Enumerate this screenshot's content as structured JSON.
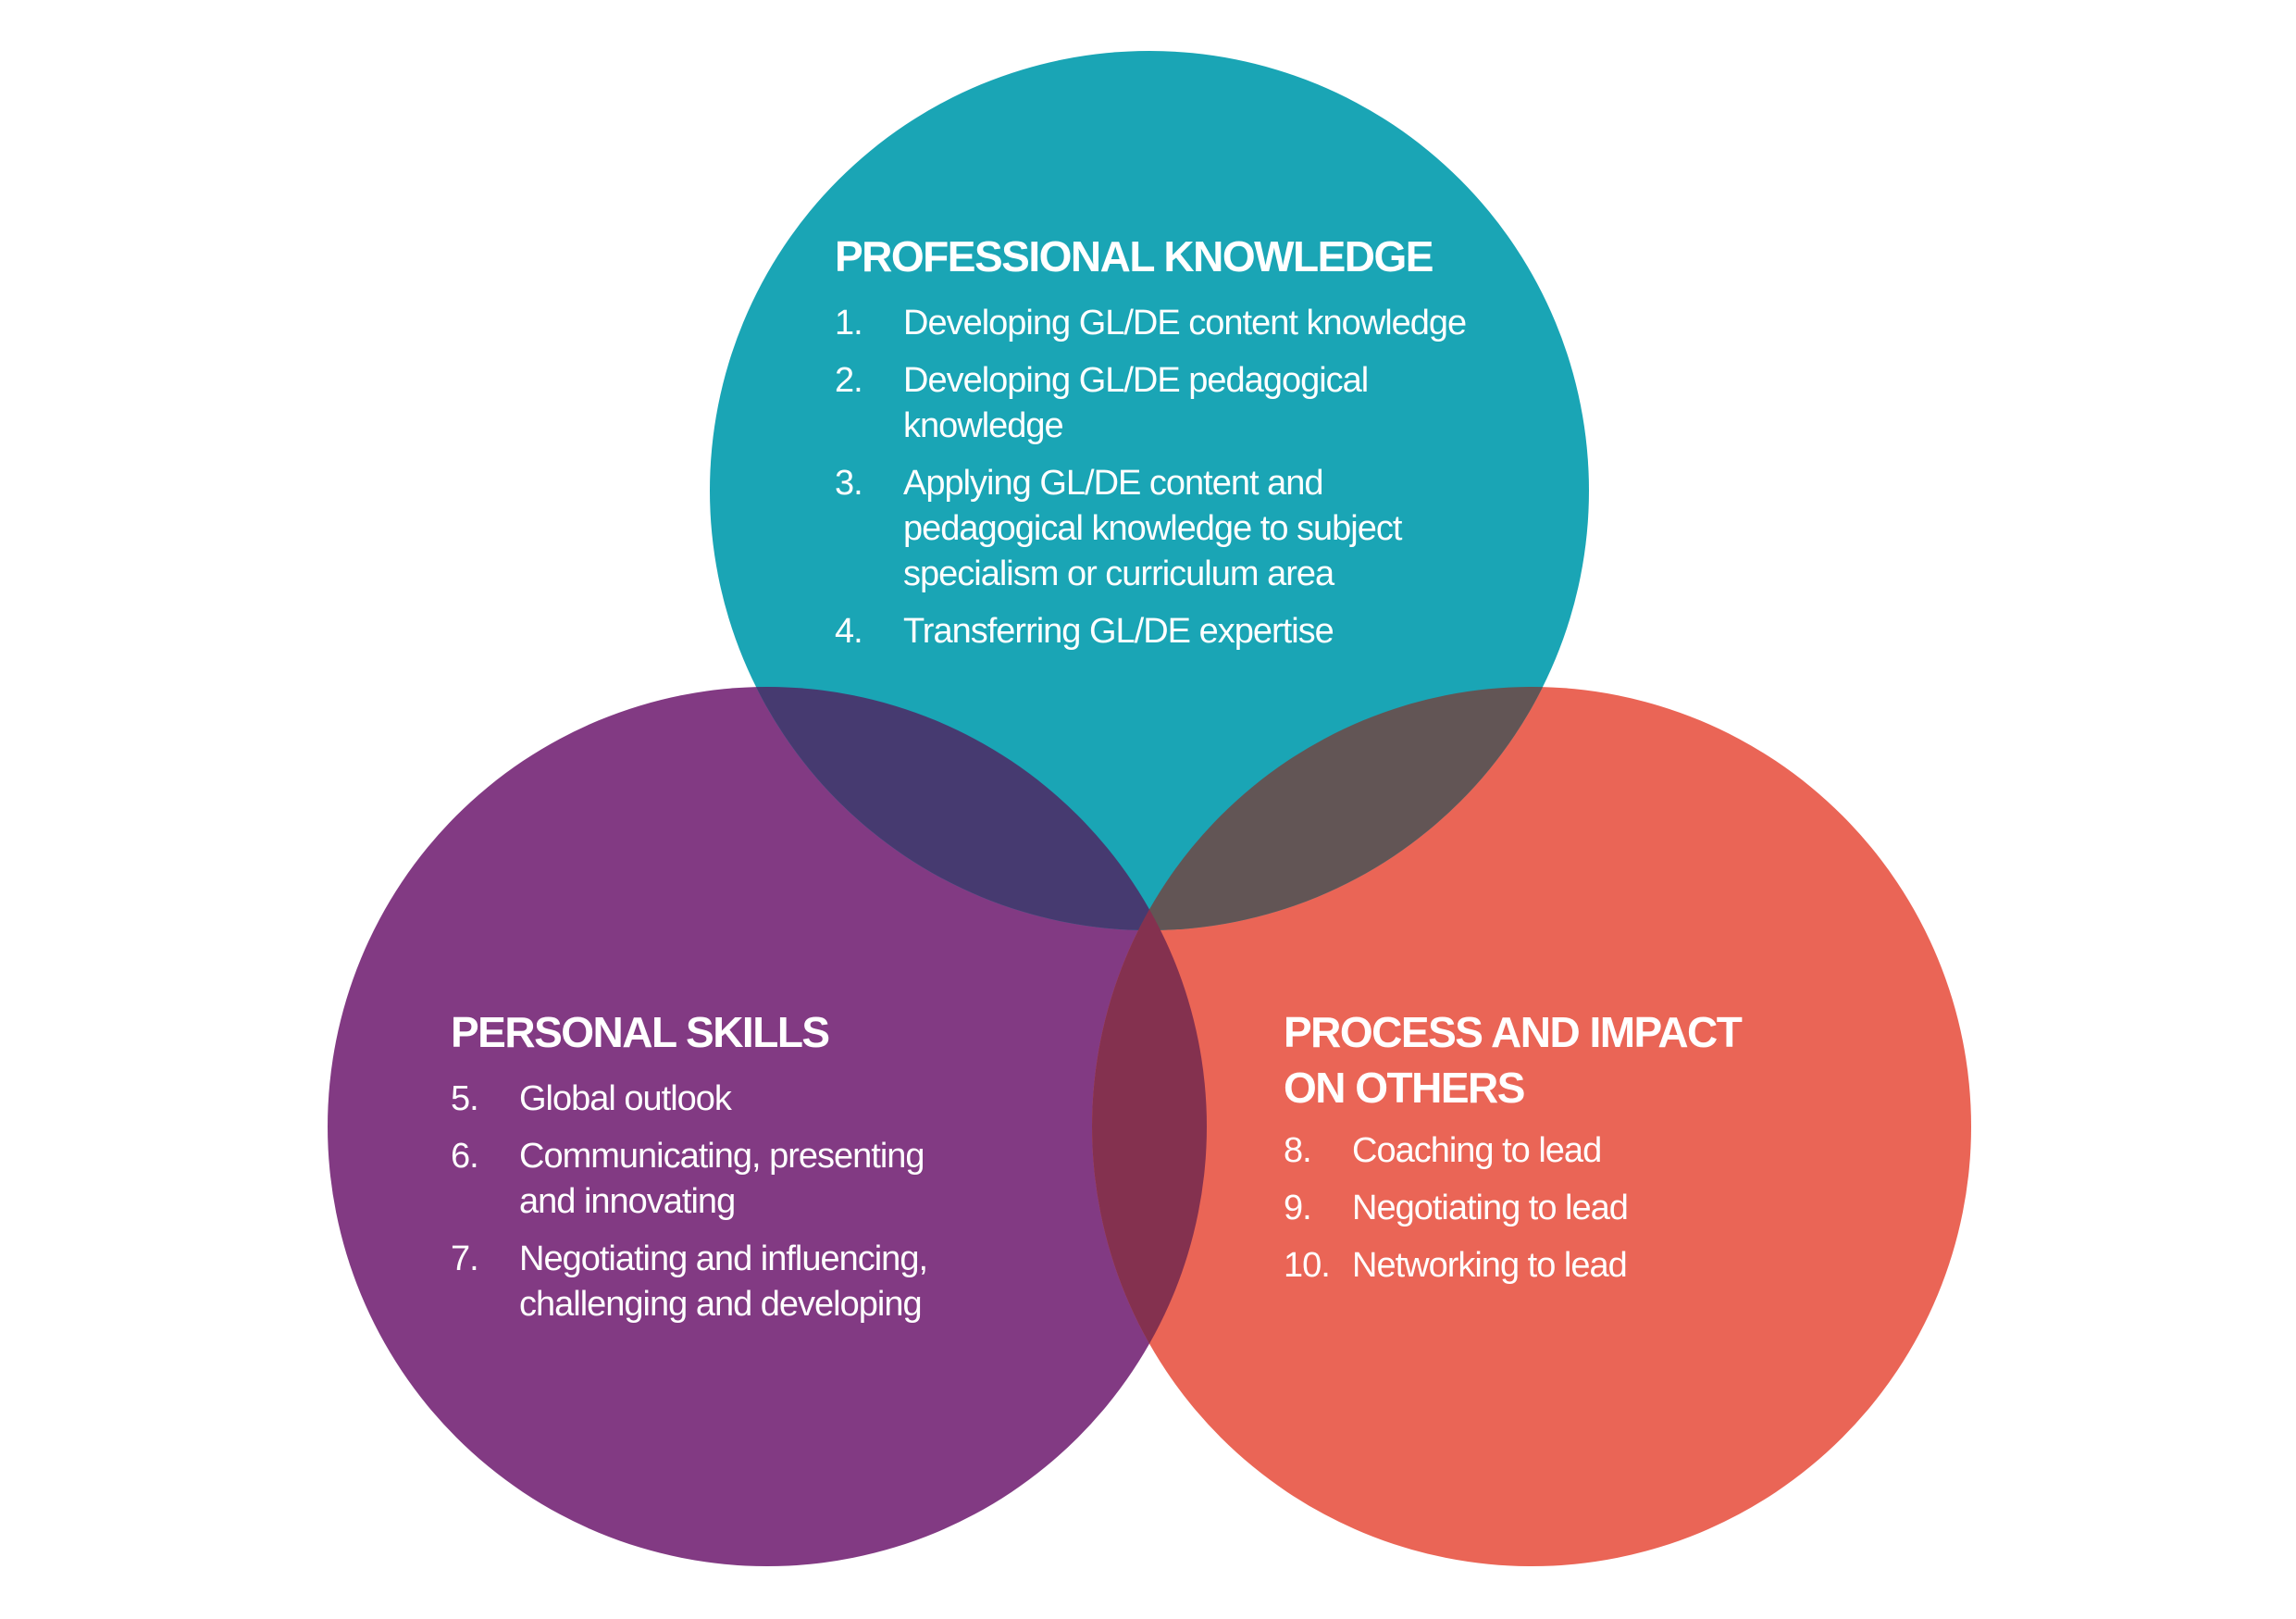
{
  "colors": {
    "professional_knowledge": "#1AA5B5",
    "personal_skills": "#823A83",
    "process_impact": "#EA6556",
    "overlap_pk_ps": "#463A70",
    "overlap_pk_pi": "#625555",
    "overlap_ps_pi": "#84314F",
    "overlap_all": "#5a3050",
    "text": "#FFFFFF"
  },
  "sets": {
    "professional_knowledge": {
      "title": "PROFESSIONAL KNOWLEDGE",
      "items": [
        {
          "number": "1.",
          "text": "Developing GL/DE content knowledge"
        },
        {
          "number": "2.",
          "text": "Developing GL/DE pedagogical knowledge"
        },
        {
          "number": "3.",
          "text": "Applying GL/DE content and pedagogical knowledge to subject specialism or curriculum area"
        },
        {
          "number": "4.",
          "text": "Transferring GL/DE expertise"
        }
      ]
    },
    "personal_skills": {
      "title": "PERSONAL SKILLS",
      "items": [
        {
          "number": "5.",
          "text": "Global outlook"
        },
        {
          "number": "6.",
          "text": "Communicating, presenting and innovating"
        },
        {
          "number": "7.",
          "text": "Negotiating and influencing, challenging and developing"
        }
      ]
    },
    "process_impact": {
      "title": "PROCESS AND IMPACT ON OTHERS",
      "items": [
        {
          "number": "8.",
          "text": "Coaching to lead"
        },
        {
          "number": "9.",
          "text": "Negotiating to lead"
        },
        {
          "number": "10.",
          "text": "Networking to lead"
        }
      ]
    }
  }
}
